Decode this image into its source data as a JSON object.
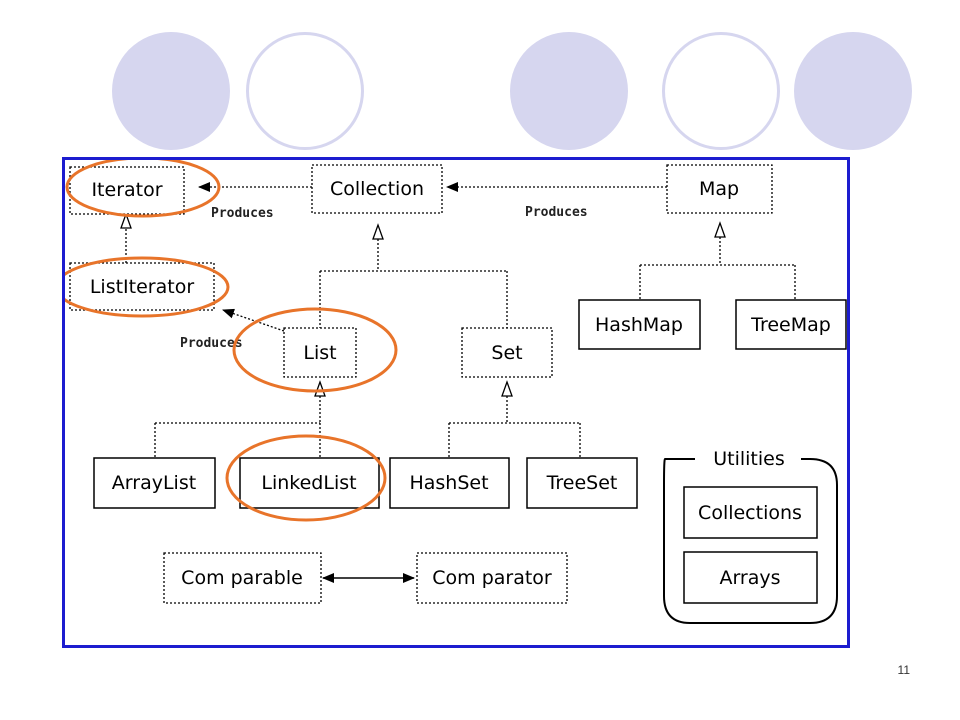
{
  "diagram": {
    "nodes": {
      "iterator": "Iterator",
      "collection": "Collection",
      "map": "Map",
      "list_iterator": "ListIterator",
      "hashmap": "HashMap",
      "treemap": "TreeMap",
      "list": "List",
      "set": "Set",
      "arraylist": "ArrayList",
      "linkedlist": "LinkedList",
      "hashset": "HashSet",
      "treeset": "TreeSet",
      "comparable": "Com parable",
      "comparator": "Com parator",
      "collections": "Collections",
      "arrays": "Arrays"
    },
    "labels": {
      "produces_collection": "Produces",
      "produces_map": "Produces",
      "produces_list": "Produces",
      "utilities": "Utilities"
    },
    "colors": {
      "frame": "#1c1ccf",
      "highlight": "#e8742a",
      "decor_circle": "#d6d6ef"
    }
  },
  "slide": {
    "number": "11"
  }
}
